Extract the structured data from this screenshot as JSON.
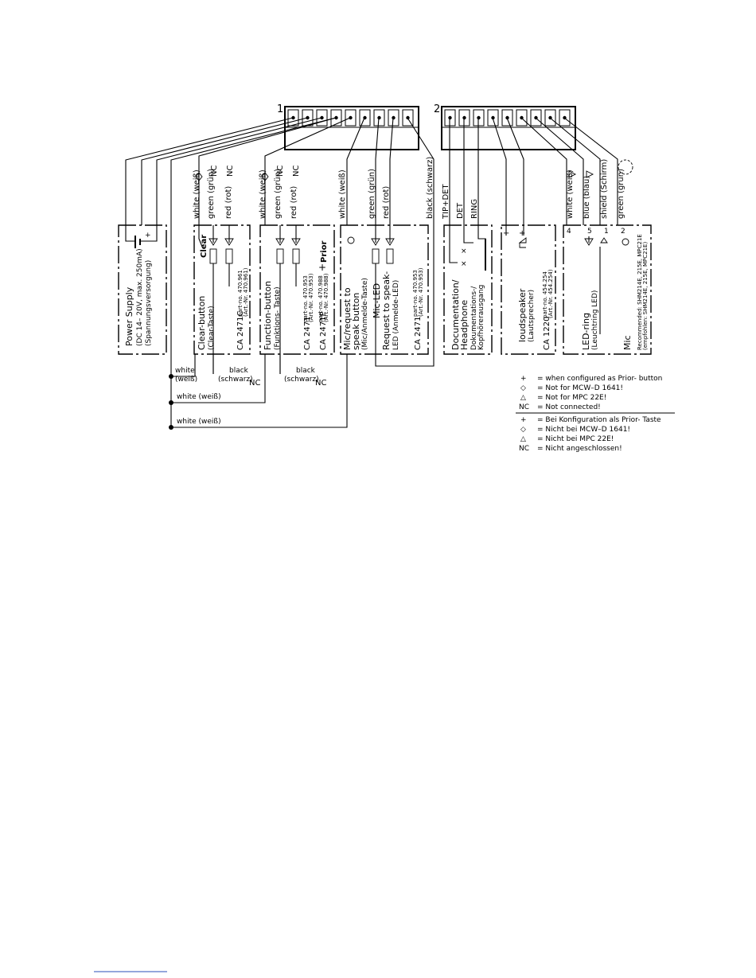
{
  "connectors": {
    "left_number": "1",
    "right_number": "2"
  },
  "wires": {
    "white": "white (weiß)",
    "green": "green (grün)",
    "red": "red (rot)",
    "black": "black (schwarz)",
    "tip": "TIP+DET",
    "det": "DET",
    "ring": "RING",
    "blue": "blue (blau)",
    "shield": "shield (Schirm)",
    "nc": "NC",
    "plus": "+",
    "minus": "−",
    "num4": "4",
    "num5": "5",
    "num1": "1",
    "num2": "2"
  },
  "modules": {
    "power": {
      "l1": "Power Supply",
      "l2": "(DC 14– 20V, max. 250mA)",
      "l3": "(Spannungsversorgung)"
    },
    "clear": {
      "l1": "Clear-button",
      "l2": "(Clear-Taste)",
      "tag": "Clear",
      "ca": "CA 2471C",
      "part1": "part-no. 470.961",
      "part2": "(Art.-Nr. 470.961)"
    },
    "function": {
      "l1": "Function-button",
      "l2": "(Funktions- Taste)",
      "tag": "Prior",
      "ca1": "CA 2471",
      "ca2": "CA 2471P",
      "part1": "part-no. 470.953",
      "part2": "(Art.-Nr. 470.953)",
      "part3": "part-no. 470.988",
      "part4": "(Art.-Nr. 470.988)"
    },
    "mic": {
      "l1": "Mic/request to",
      "l2": "speak button",
      "l3": "(Mic/Anmelde-Taste)",
      "l4": "Mic-LED",
      "l5": "Request to speak-",
      "l6": "LED (Anmelde-LED)",
      "ca": "CA 2471",
      "part1": "part-no. 470.953",
      "part2": "(Art.-Nr. 470.953)"
    },
    "doc": {
      "l1": "Documentation/",
      "l2": "Headphone",
      "l3": "Dokumentations-/",
      "l4": "Kopfhörerausgang"
    },
    "speaker": {
      "l1": "loudspeaker",
      "l2": "(Lautsprecher)",
      "ca": "CA 1220",
      "part1": "part-no. 454.254",
      "part2": "(Art.-Nr. 454.254)"
    },
    "ledmic": {
      "l1": "LED-ring",
      "l2": "(Leuchtring LED)",
      "l3": "Mic",
      "rec1": "Recommended: SHM214E, 215E, MPC21E",
      "rec2": "(empfohlen: SHM214E, 215E, MPC21E)"
    }
  },
  "bottom_labels": {
    "white_weiss_1": "white",
    "white_weiss_2": "(weiß)",
    "black_1": "black",
    "schwarz_1": "(schwarz)",
    "nc_1": "NC",
    "black_2": "black",
    "schwarz_2": "(schwarz)",
    "nc_2": "NC",
    "white_row2": "white (weiß)",
    "white_row3": "white (weiß)"
  },
  "legend": {
    "en": [
      {
        "sym": "+",
        "text": "= when configured as Prior- button"
      },
      {
        "sym": "◇",
        "text": "= Not for MCW–D 1641!"
      },
      {
        "sym": "△",
        "text": "= Not for MPC 22E!"
      },
      {
        "sym": "NC",
        "text": "= Not connected!"
      }
    ],
    "de": [
      {
        "sym": "+",
        "text": "= Bei Konfiguration als Prior- Taste"
      },
      {
        "sym": "◇",
        "text": "= Nicht bei MCW–D 1641!"
      },
      {
        "sym": "△",
        "text": "= Nicht bei MPC 22E!"
      },
      {
        "sym": "NC",
        "text": "= Nicht angeschlossen!"
      }
    ]
  }
}
